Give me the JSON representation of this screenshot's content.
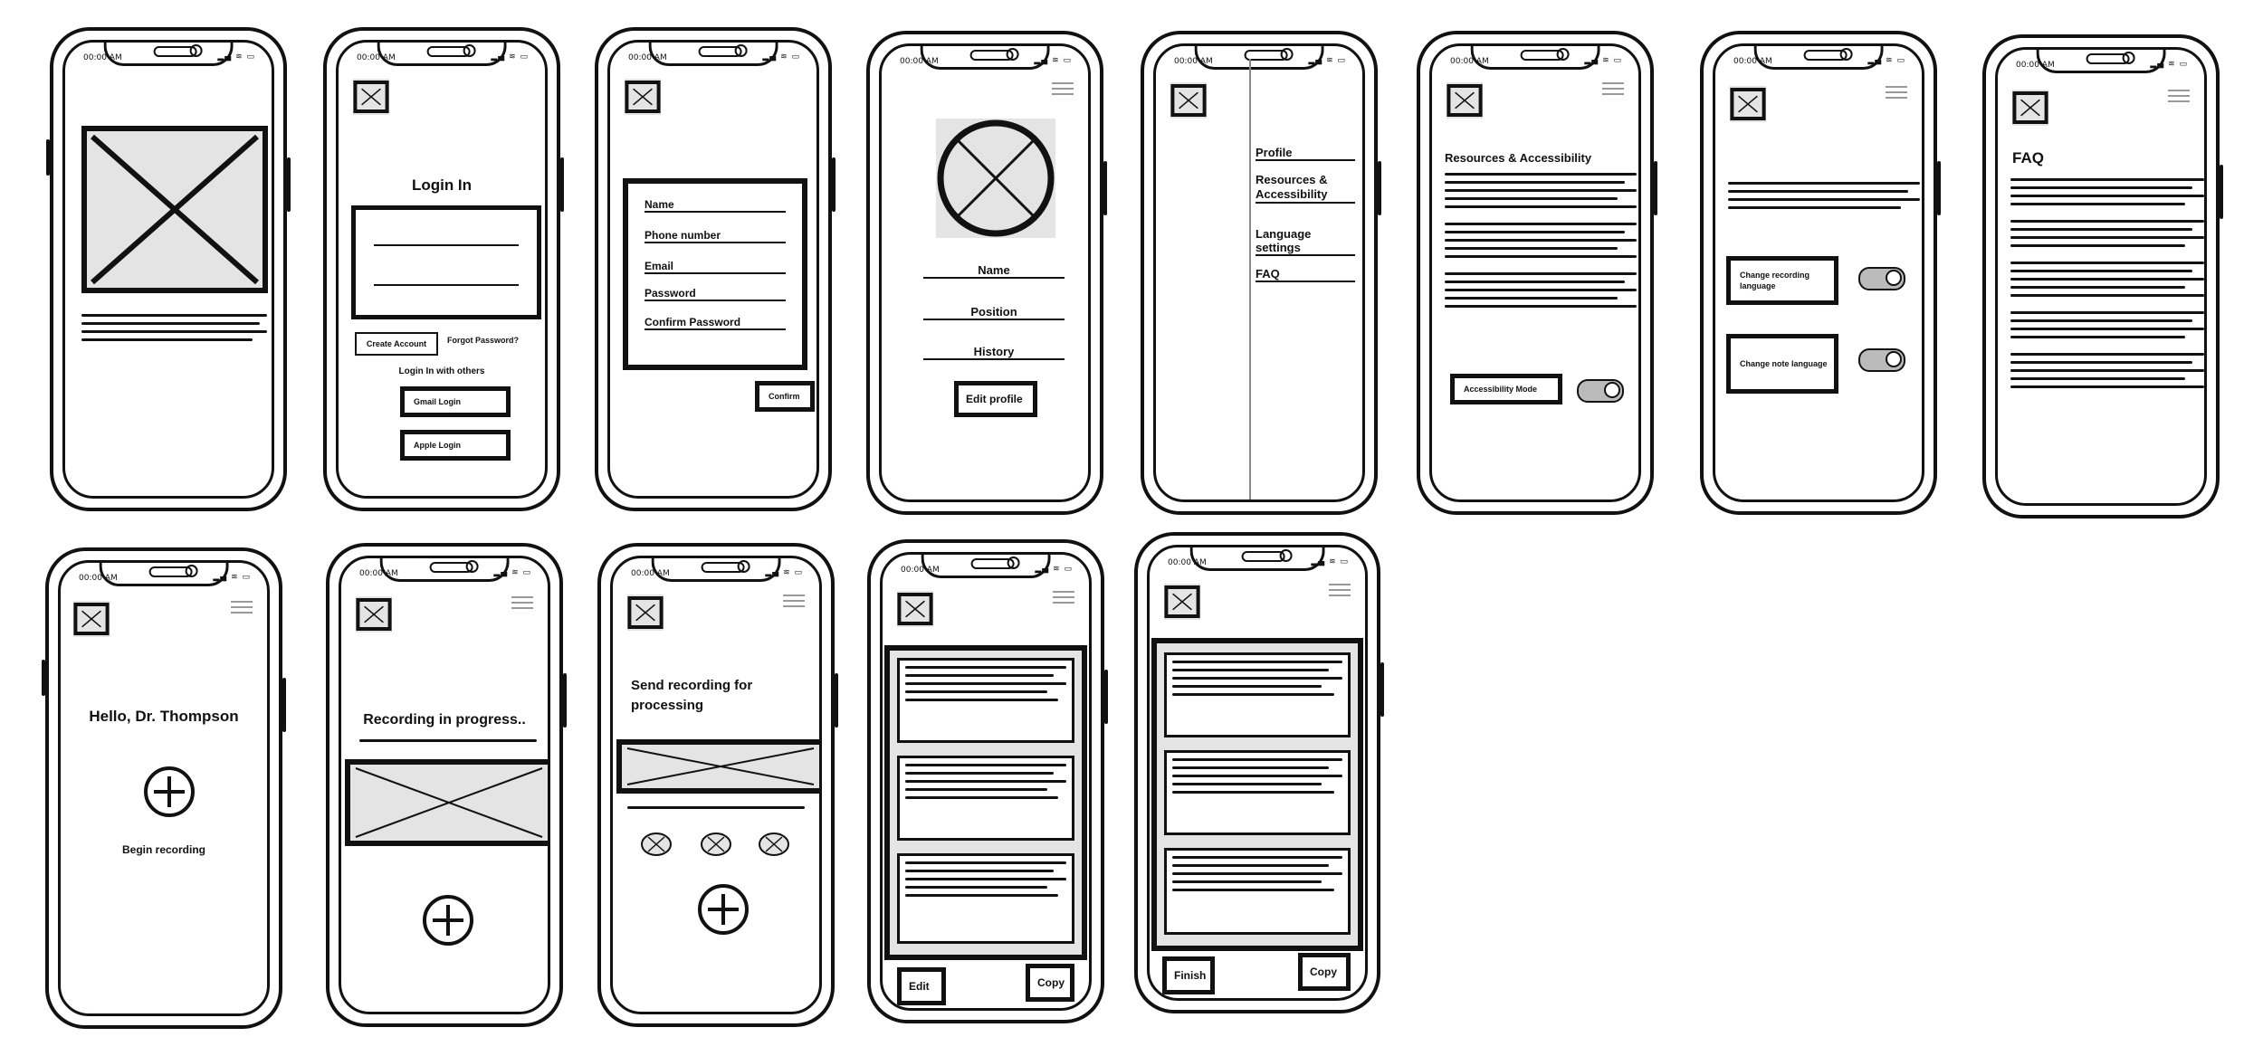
{
  "status": {
    "time": "00:00 AM",
    "icons": "▂▄ ≋ ▭"
  },
  "screens": {
    "login": {
      "title": "Login In",
      "create_account": "Create Account",
      "forgot_password": "Forgot Password?",
      "others_heading": "Login In with others",
      "gmail": "Gmail Login",
      "apple": "Apple Login"
    },
    "signup": {
      "fields": [
        "Name",
        "Phone number",
        "Email",
        "Password",
        "Confirm Password"
      ],
      "confirm": "Confirm"
    },
    "profile": {
      "fields": [
        "Name",
        "Position",
        "History"
      ],
      "edit": "Edit profile"
    },
    "menu": {
      "items": [
        "Profile",
        "Resources & Accessibility",
        "Language settings",
        "FAQ"
      ]
    },
    "resources": {
      "title": "Resources & Accessibility",
      "accessibility_mode": "Accessibility Mode"
    },
    "language": {
      "change_recording": "Change recording language",
      "change_note": "Change note language"
    },
    "faq": {
      "title": "FAQ"
    },
    "home": {
      "greeting": "Hello, Dr. Thompson",
      "begin": "Begin recording"
    },
    "recording": {
      "status": "Recording in progress.."
    },
    "send": {
      "title": "Send recording for processing"
    },
    "notes": {
      "edit": "Edit",
      "copy": "Copy"
    },
    "final": {
      "finish": "Finish",
      "copy": "Copy"
    }
  },
  "colors": {
    "ink": "#111111",
    "placeholder": "#e4e4e4",
    "toggle": "#bbbbbb"
  }
}
